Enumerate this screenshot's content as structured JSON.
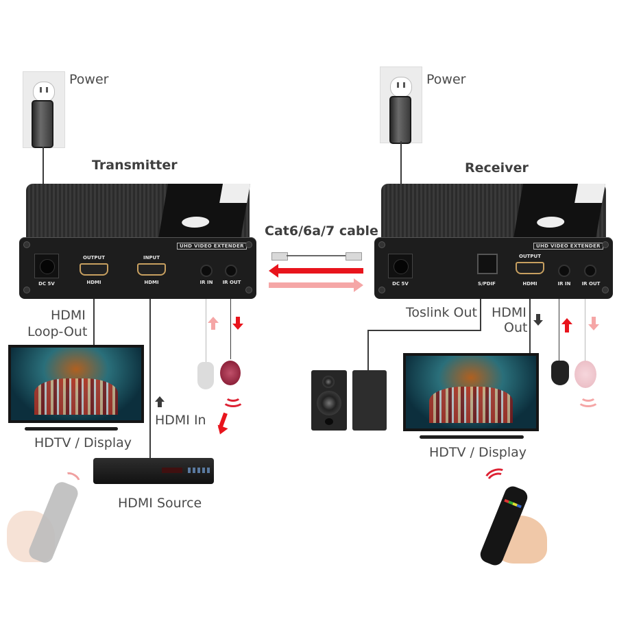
{
  "transmitter": {
    "title": "Transmitter",
    "power_label": "Power",
    "badge": "UHD VIDEO EXTENDER",
    "ports": {
      "dc": "DC 5V",
      "output_top": "OUTPUT",
      "output_bottom": "HDMI",
      "input_top": "INPUT",
      "input_bottom": "HDMI",
      "ir_in": "IR IN",
      "ir_out": "IR OUT"
    },
    "loop_out_label_1": "HDMI",
    "loop_out_label_2": "Loop-Out",
    "tv_label": "HDTV / Display",
    "hdmi_in_label": "HDMI In",
    "source_label": "HDMI Source"
  },
  "receiver": {
    "title": "Receiver",
    "power_label": "Power",
    "badge": "UHD VIDEO EXTENDER",
    "ports": {
      "dc": "DC 5V",
      "spdif": "S/PDIF",
      "output_top": "OUTPUT",
      "output_bottom": "HDMI",
      "ir_in": "IR IN",
      "ir_out": "IR OUT"
    },
    "toslink_label": "Toslink Out",
    "hdmi_out_label_1": "HDMI",
    "hdmi_out_label_2": "Out",
    "tv_label": "HDTV / Display"
  },
  "cable": {
    "label": "Cat6/6a/7 cable"
  },
  "colors": {
    "ir_red": "#e8141c",
    "ir_pink": "#f5a6a6",
    "line_dark": "#3a3a3a",
    "device_black": "#1d1d1d",
    "text": "#4a4a4a"
  }
}
